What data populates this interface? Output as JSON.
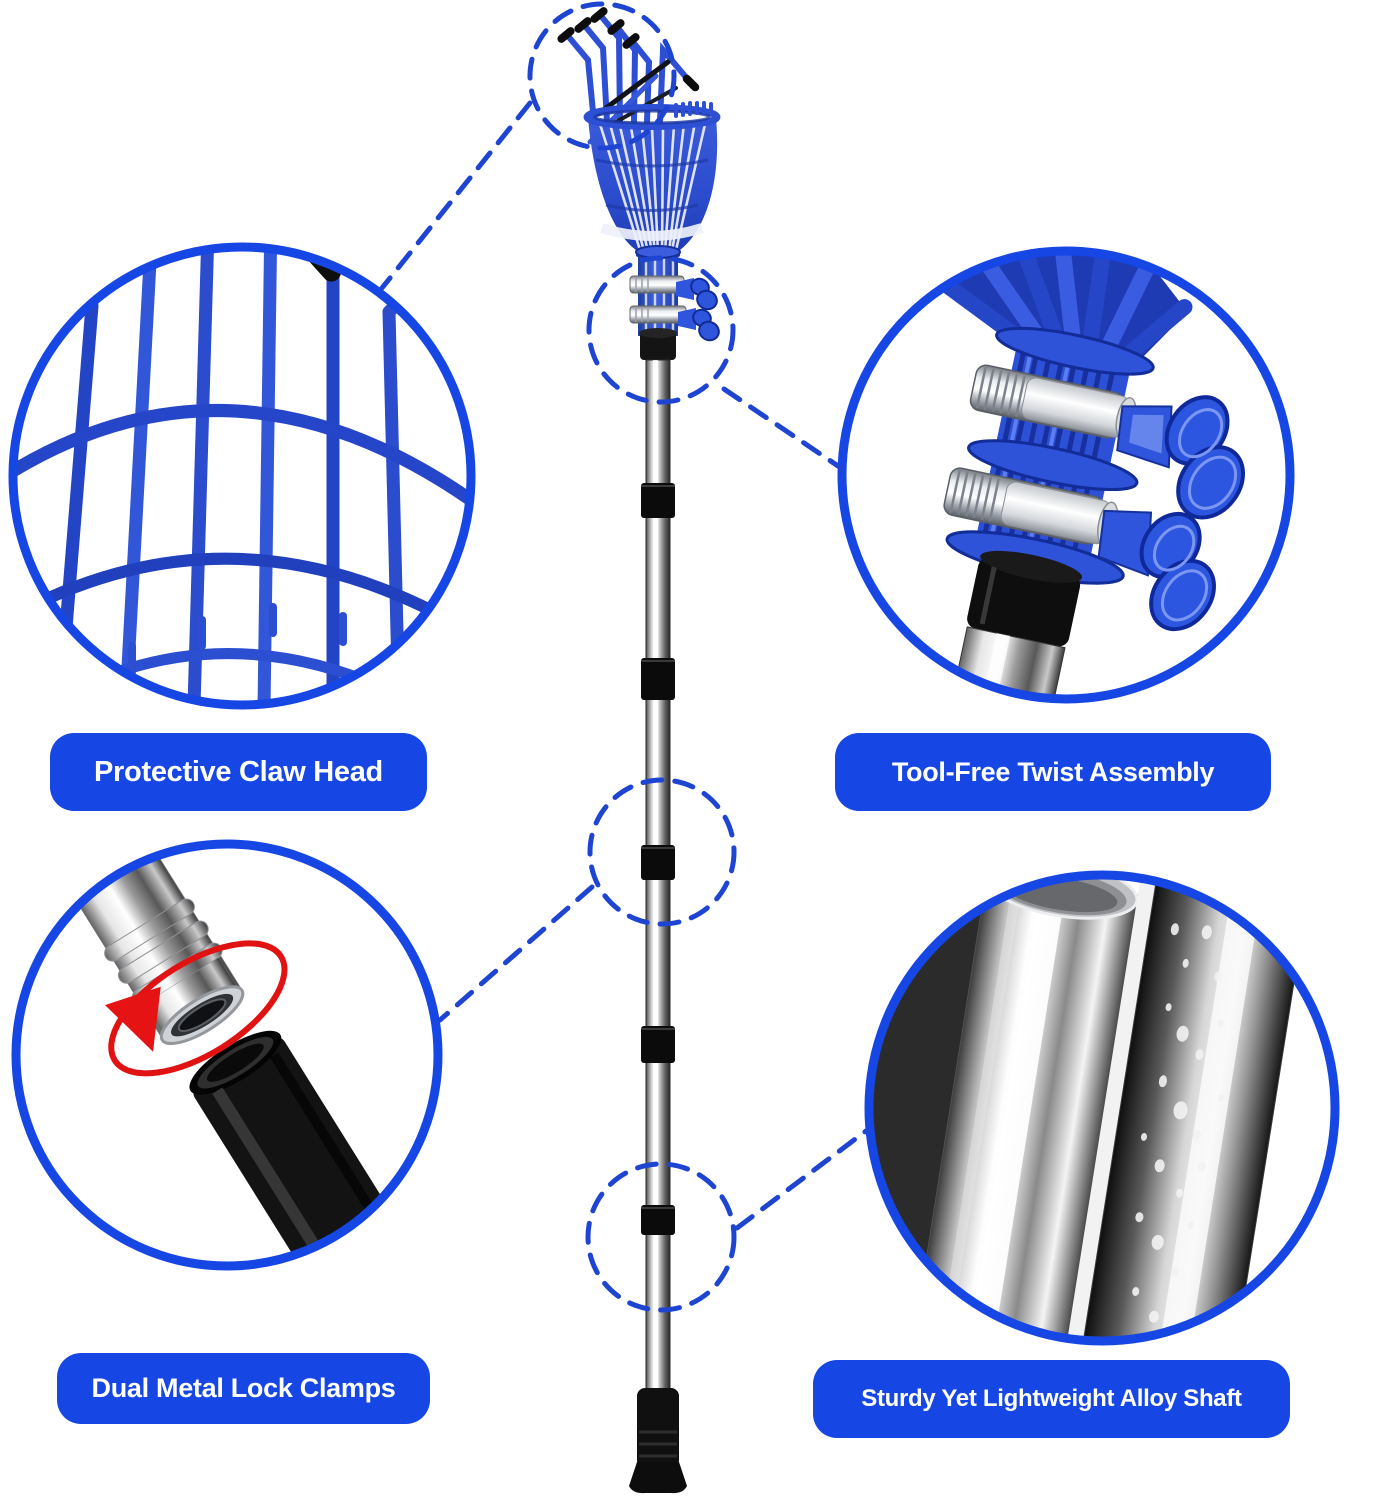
{
  "image": {
    "kind": "product feature infographic",
    "background": "#ffffff"
  },
  "colors": {
    "accent_blue": "#1646e4",
    "dashed_blue": "#1e44d2",
    "product_blue": "#2c4fd3",
    "product_blue_dark": "#1b379f",
    "metal_black": "#111111",
    "arrow_red": "#e51313",
    "label_text": "#ffffff"
  },
  "callouts": {
    "top_left": {
      "label": "Protective Claw Head"
    },
    "top_right": {
      "label": "Tool-Free Twist Assembly"
    },
    "bottom_left": {
      "label": "Dual Metal Lock Clamps"
    },
    "bottom_right": {
      "label": "Sturdy Yet Lightweight Alloy Shaft"
    }
  }
}
